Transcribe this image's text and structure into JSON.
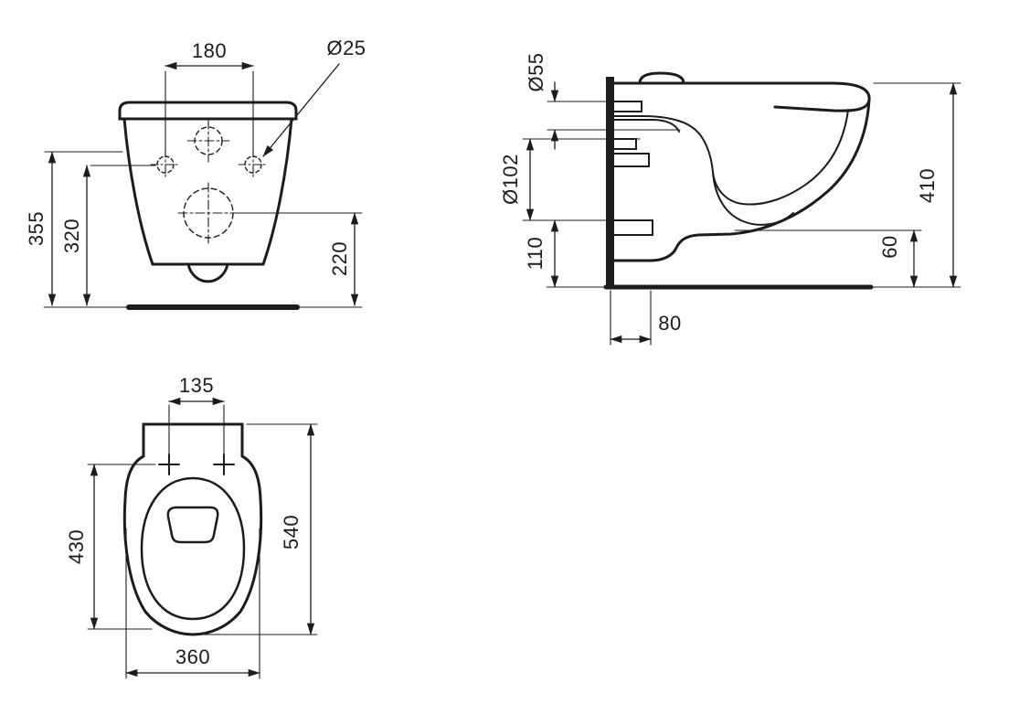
{
  "drawing": {
    "subject": "Wall-hung toilet dimensional drawing",
    "colors": {
      "line": "#1c1c1c",
      "background": "#ffffff"
    },
    "views": {
      "front": {
        "bolt_spacing": "180",
        "bolt_diameter": "Ø25",
        "overall_height": "355",
        "fixing_hole_height": "320",
        "outlet_height": "220"
      },
      "side": {
        "inlet_diameter": "Ø55",
        "outlet_diameter": "Ø102",
        "outlet_axis_height": "110",
        "floor_offset": "80",
        "overall_height": "410",
        "bottom_clearance": "60"
      },
      "top": {
        "seat_fixing_spacing": "135",
        "rim_length": "430",
        "overall_depth": "540",
        "overall_width": "360"
      }
    }
  }
}
